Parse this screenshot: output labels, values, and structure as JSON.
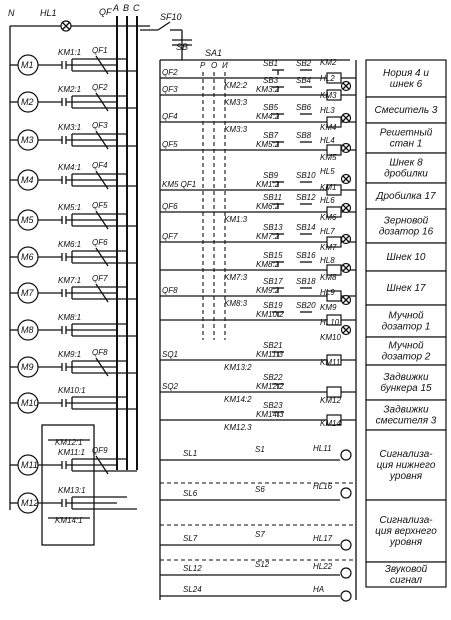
{
  "top_labels": {
    "neutral": "N",
    "phase_a": "A",
    "phase_b": "B",
    "phase_c": "C",
    "main_lamp": "HL1",
    "main_breaker": "QF",
    "control_breaker": "SF10",
    "control_button": "SB",
    "selector": "SA1",
    "selector_positions": [
      "Р",
      "О",
      "И"
    ]
  },
  "motors": [
    {
      "name": "M1",
      "contact": "KM1:1",
      "breaker": "QF1"
    },
    {
      "name": "M2",
      "contact": "KM2:1",
      "breaker": "QF2"
    },
    {
      "name": "M3",
      "contact": "KM3:1",
      "breaker": "QF3"
    },
    {
      "name": "M4",
      "contact": "KM4:1",
      "breaker": "QF4"
    },
    {
      "name": "M5",
      "contact": "KM5:1",
      "breaker": "QF5"
    },
    {
      "name": "M6",
      "contact": "KM6:1",
      "breaker": "QF6"
    },
    {
      "name": "M7",
      "contact": "KM7:1",
      "breaker": "QF7"
    },
    {
      "name": "M8",
      "contact": "KM8:1",
      "breaker": ""
    },
    {
      "name": "M9",
      "contact": "KM9:1",
      "breaker": "QF8"
    },
    {
      "name": "M10",
      "contact": "KM10:1",
      "breaker": ""
    },
    {
      "name": "M11",
      "contact": "KM11:1",
      "breaker": "QF9"
    },
    {
      "name": "M12",
      "contact": "KM13:1",
      "breaker": ""
    }
  ],
  "extra_contacts": [
    "KM12:1",
    "KM14:1"
  ],
  "control_rows": [
    {
      "left": "QF2",
      "contact": "KM2:2",
      "button": "SB1",
      "button2": "SB2",
      "coil": "KM2"
    },
    {
      "left": "QF3",
      "contact": "KM3:3",
      "inner": "KM3:2",
      "button": "SB3",
      "button2": "SB4",
      "coil": "HL2"
    },
    {
      "left": "QF4",
      "contact": "KM3:3",
      "inner": "KM4:2",
      "button": "SB5",
      "button2": "SB6",
      "coil": "KM3"
    },
    {
      "left": "QF5",
      "contact": "",
      "inner": "KM5:2",
      "button": "SB7",
      "button2": "SB8",
      "coil": "HL4"
    },
    {
      "left": "KM5 QF1",
      "contact": "",
      "inner": "KM1:2",
      "button": "SB9",
      "button2": "SB10",
      "coil": "KM5"
    },
    {
      "left": "QF6",
      "contact": "KM1:3",
      "inner": "KM6:2",
      "button": "SB11",
      "button2": "SB12",
      "coil": "KM1"
    },
    {
      "left": "QF7",
      "contact": "",
      "inner": "KM7:2",
      "button": "SB13",
      "button2": "SB14",
      "coil": "KM6"
    },
    {
      "left": "",
      "contact": "KM7:3",
      "inner": "KM8:2",
      "button": "SB15",
      "button2": "SB16",
      "coil": "KM7"
    },
    {
      "left": "QF8",
      "contact": "KM8:3",
      "inner": "KM9:2",
      "button": "SB17",
      "button2": "SB18",
      "coil": "KM8"
    },
    {
      "left": "",
      "contact": "",
      "inner": "KM10:2",
      "button": "SB19",
      "button2": "SB20",
      "coil": "KM10"
    },
    {
      "left": "SQ1",
      "contact": "KM13:2",
      "inner": "KM11:3",
      "button": "SB21",
      "button2": "",
      "coil": "KM11"
    },
    {
      "left": "SQ2",
      "contact": "KM14:2",
      "inner": "KM12:2",
      "button": "SB22",
      "button2": "",
      "coil": "KM12"
    },
    {
      "left": "",
      "contact": "KM12.3",
      "inner": "KM14:3",
      "button": "SB23",
      "button2": "",
      "coil": "KM14"
    }
  ],
  "coil_labels": [
    "KM2",
    "HL2",
    "KM3",
    "HL3",
    "KM4",
    "HL4",
    "KM5",
    "HL5",
    "KM1",
    "HL6",
    "KM6",
    "HL7",
    "KM7",
    "HL8",
    "KM8",
    "HL9",
    "KM9",
    "HL10",
    "KM10",
    "KM11",
    "KM12",
    "KM14",
    "HL11",
    "HL16",
    "HL17",
    "HL22",
    "HA"
  ],
  "signal_rows": [
    {
      "left": "SL1",
      "contact": "S1"
    },
    {
      "left": "SL6",
      "contact": "S6"
    },
    {
      "left": "SL7",
      "contact": "S7"
    },
    {
      "left": "SL12",
      "contact": "S12"
    },
    {
      "left": "SL24",
      "contact": ""
    }
  ],
  "legend": [
    "Нория 4 и шнек 6",
    "Смеситель 3",
    "Решетный стан 1",
    "Шнек 8 дробилки",
    "Дробилка 17",
    "Зерновой дозатор 16",
    "Шнек 10",
    "Шнек 17",
    "Мучной дозатор 1",
    "Мучной дозатор 2",
    "Задвижки бункера 15",
    "Задвижки смесителя 3",
    "Сигнализа- ция нижнего уровня",
    "Сигнализа- ция верхнего уровня",
    "Звуковой сигнал"
  ]
}
